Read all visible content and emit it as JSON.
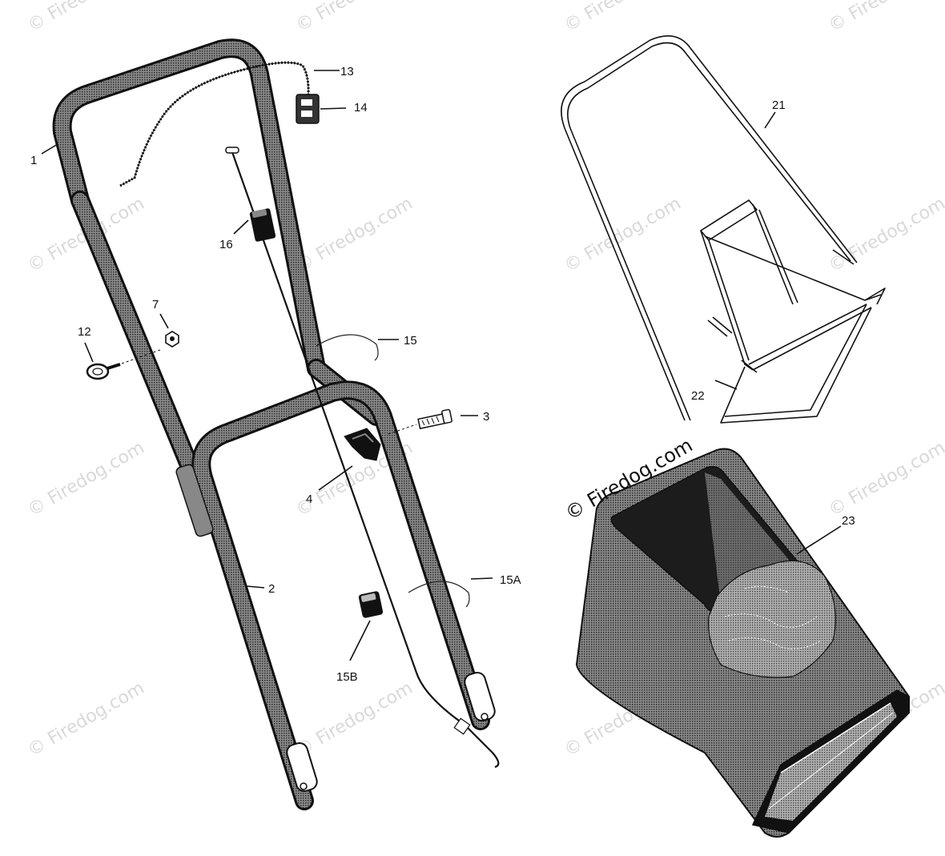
{
  "watermark": {
    "text": "© Firedog.com",
    "main_text": "© Firedog.com"
  },
  "callouts": {
    "c1": "1",
    "c2": "2",
    "c3": "3",
    "c4": "4",
    "c7": "7",
    "c12": "12",
    "c13": "13",
    "c14": "14",
    "c15": "15",
    "c15a": "15A",
    "c15b": "15B",
    "c16": "16",
    "c21": "21",
    "c22": "22",
    "c23": "23"
  },
  "colors": {
    "ink": "#111111",
    "tube_fill": "#555555",
    "bag_fill": "#6e6e6e",
    "bag_inner": "#3a3a3a",
    "watermark": "#d9d9d9"
  }
}
